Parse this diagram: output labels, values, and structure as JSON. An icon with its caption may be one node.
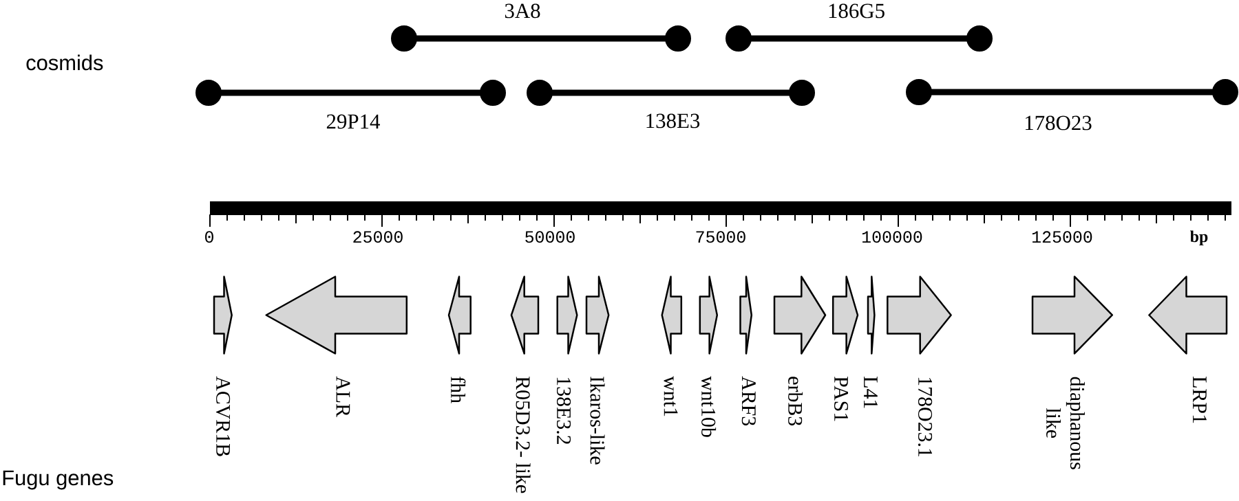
{
  "diagram": {
    "nodes": [
      {
        "text": [
          "3A8"
        ]
      },
      {
        "text": [
          "186G5"
        ]
      },
      {
        "text": [
          "29P14"
        ]
      },
      {
        "text": [
          "138E3"
        ]
      },
      {
        "text": [
          "178O23"
        ]
      },
      {
        "text": [
          "ACVR1B"
        ]
      },
      {
        "text": [
          "ALR"
        ]
      },
      {
        "text": [
          "fhh"
        ]
      },
      {
        "text": [
          "R05D3.2- like"
        ]
      },
      {
        "text": [
          "138E3.2"
        ]
      },
      {
        "text": [
          "Ikaros-like"
        ]
      },
      {
        "text": [
          "wnt1"
        ]
      },
      {
        "text": [
          "wnt10b"
        ]
      },
      {
        "text": [
          "ARF3"
        ]
      },
      {
        "text": [
          "erbB3"
        ]
      },
      {
        "text": [
          "PAS1"
        ]
      },
      {
        "text": [
          "L41"
        ]
      },
      {
        "text": [
          "178O23.1"
        ]
      },
      {
        "text": [
          "diaphanous like"
        ]
      },
      {
        "text": [
          "LRP1"
        ]
      }
    ],
    "labels": [
      "cosmids",
      "0",
      "25000",
      "50000",
      "75000",
      "100000",
      "125000",
      "bp",
      "Fugu genes"
    ]
  }
}
